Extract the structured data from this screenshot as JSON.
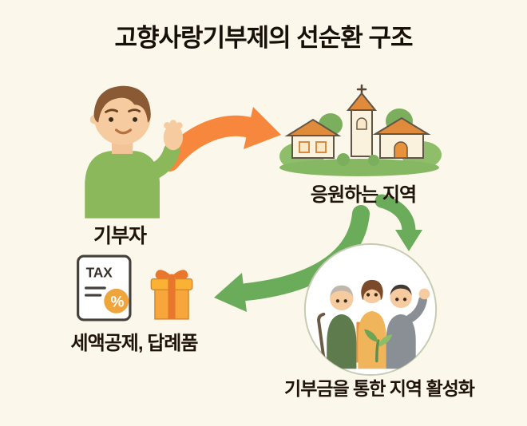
{
  "title": "고향사랑기부제의 선순환 구조",
  "labels": {
    "donor": "기부자",
    "region": "응원하는 지역",
    "revitalization": "기부금을 통한 지역 활성화",
    "benefits": "세액공제, 답례품"
  },
  "icon_text": {
    "tax": "TAX",
    "percent": "%"
  },
  "colors": {
    "background": "#FBF7EA",
    "arrow_orange": "#F6873C",
    "arrow_green": "#6BAC5B",
    "title_text": "#17100a",
    "label_text": "#201409",
    "roof_orange": "#E08A3C",
    "wall_cream": "#FBF2DE",
    "foliage_green": "#7BAF5E",
    "sweater_green": "#8CB85C",
    "gift_orange": "#F6A63A",
    "ribbon_orange": "#E8762C"
  }
}
